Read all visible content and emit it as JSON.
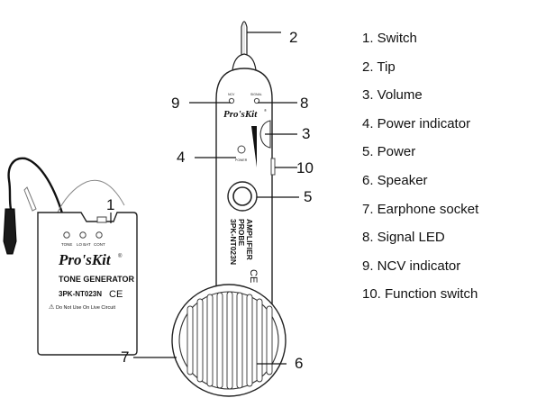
{
  "legend": [
    "1. Switch",
    "2. Tip",
    "3. Volume",
    "4. Power indicator",
    "5. Power",
    "6. Speaker",
    "7. Earphone socket",
    "8. Signal LED",
    "9. NCV indicator",
    "10. Function switch"
  ],
  "callouts": [
    "1",
    "2",
    "3",
    "4",
    "5",
    "6",
    "7",
    "8",
    "9",
    "10"
  ],
  "tone_generator": {
    "led_labels": [
      "TONE",
      "LO BAT",
      "CONT"
    ],
    "brand": "Pro'sKit",
    "registered": "®",
    "title": "TONE GENERATOR",
    "model": "3PK-NT023N",
    "ce": "CE",
    "warning_symbol": "⚠",
    "warning": "Do Not Use On Live Circuit"
  },
  "probe": {
    "brand": "Pro'sKit",
    "registered": "®",
    "label_line1": "AMPLIFIER",
    "label_line2": "PROBE",
    "model": "3PK-NT023N",
    "ce": "CE",
    "ncv_label": "NCV",
    "signal_label": "SIGNAL",
    "power_label": "POWER"
  }
}
